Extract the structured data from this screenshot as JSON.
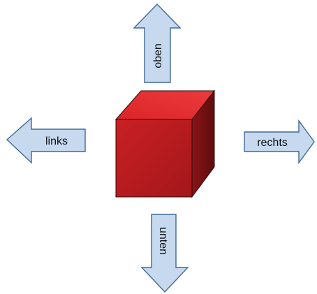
{
  "diagram": {
    "arrows": {
      "up": {
        "label": "oben"
      },
      "left": {
        "label": "links"
      },
      "right": {
        "label": "rechts"
      },
      "down": {
        "label": "unten"
      }
    },
    "cube": {
      "front_color": "#b81c1f",
      "top_color": "#e0282b",
      "side_color": "#7a1214",
      "edge_color": "#2a0a0a"
    },
    "arrow_fill": "#c6d9ef",
    "arrow_stroke": "#3f6a96"
  }
}
